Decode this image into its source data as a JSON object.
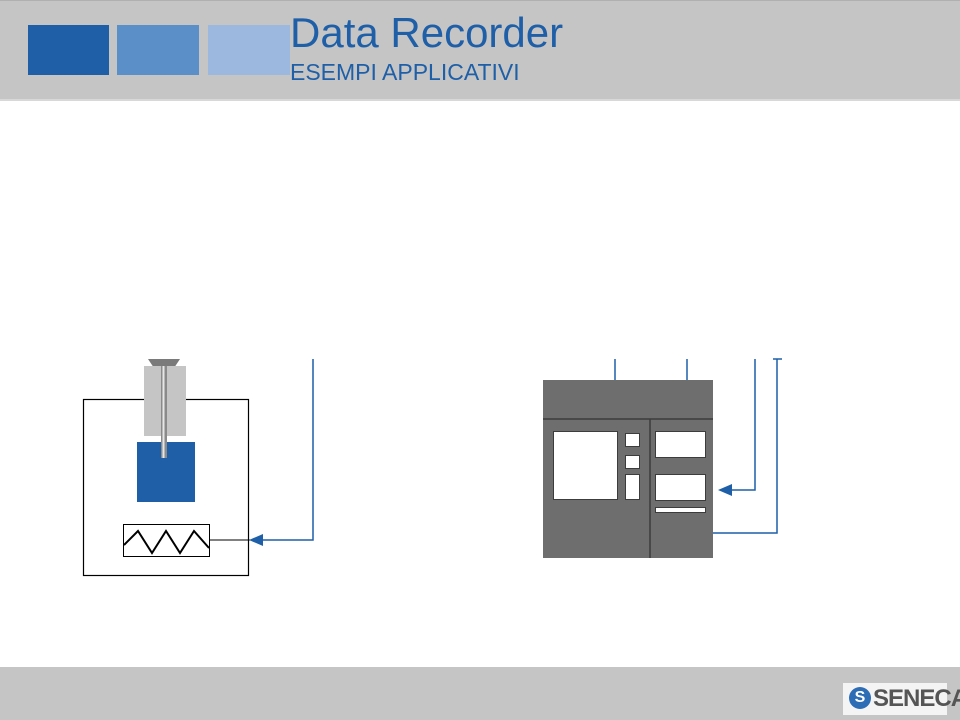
{
  "header": {
    "title": "Data Recorder",
    "subtitle": "ESEMPI APPLICATIVI"
  },
  "footer": {
    "logo_text": "SENECA",
    "logo_mark": "S"
  },
  "colors": {
    "accent": "#1e5fa8",
    "panel": "#6e6e6e",
    "bar": "#c5c5c5"
  },
  "icons": {
    "logo": "seneca-logo-icon",
    "arrow": "arrowhead-left-icon"
  }
}
